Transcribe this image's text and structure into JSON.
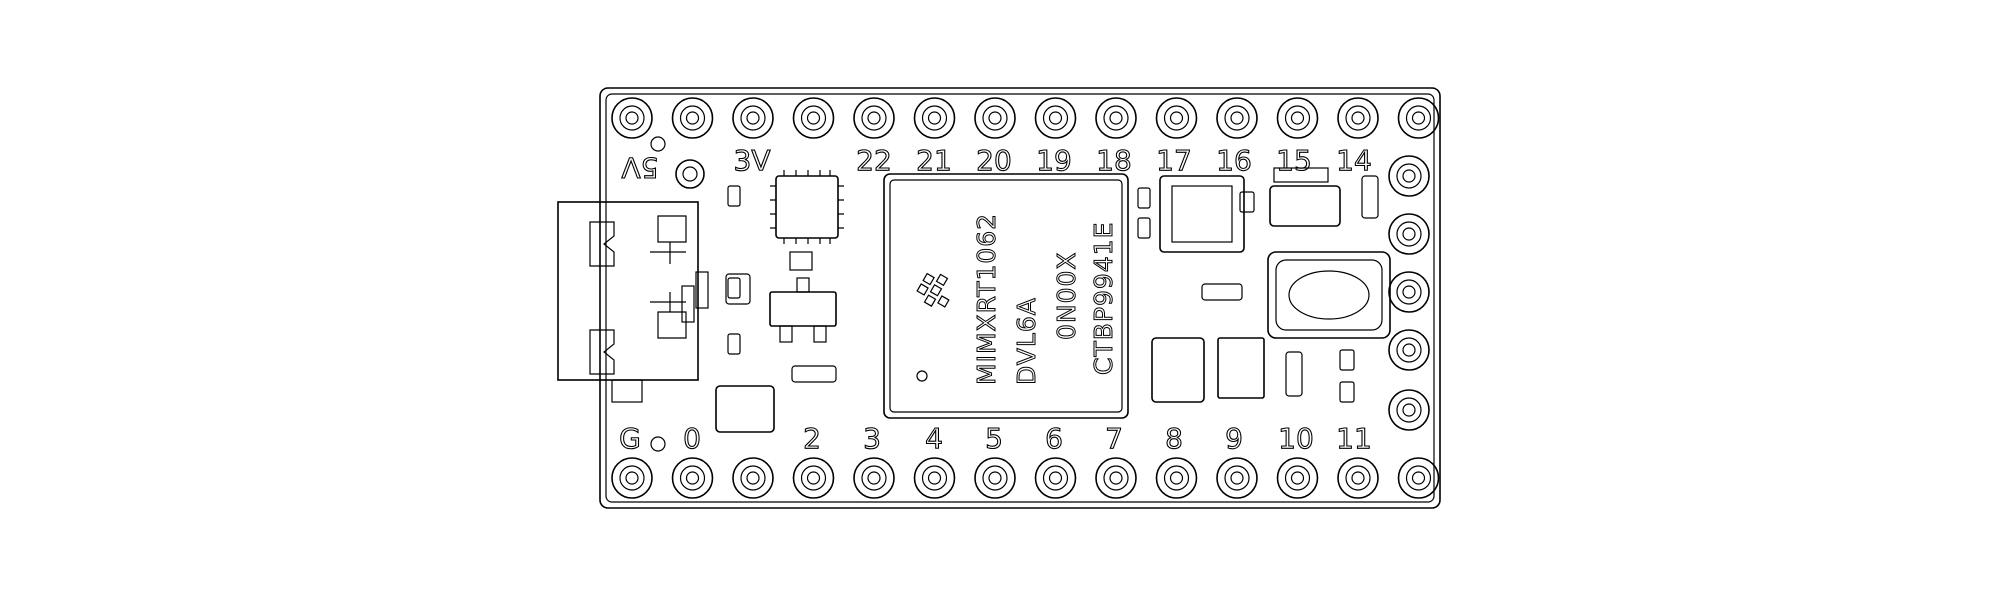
{
  "top_pin_labels": [
    "5V",
    "3V",
    "22",
    "21",
    "20",
    "19",
    "18",
    "17",
    "16",
    "15",
    "14"
  ],
  "bottom_pin_labels": [
    "G",
    "0",
    "2",
    "3",
    "4",
    "5",
    "6",
    "7",
    "8",
    "9",
    "10",
    "11"
  ],
  "chip": {
    "line1": "MIMXRT1062",
    "line2": "DVL6A",
    "line3": "0N00X",
    "line4": "CTBP9941E",
    "logo": "freescale-logo"
  },
  "colors": {
    "outline": "#000000",
    "background": "#ffffff",
    "fill": "#ffffff"
  },
  "icons": [
    "usb-connector-icon",
    "push-button-icon",
    "mounting-hole-icon"
  ]
}
